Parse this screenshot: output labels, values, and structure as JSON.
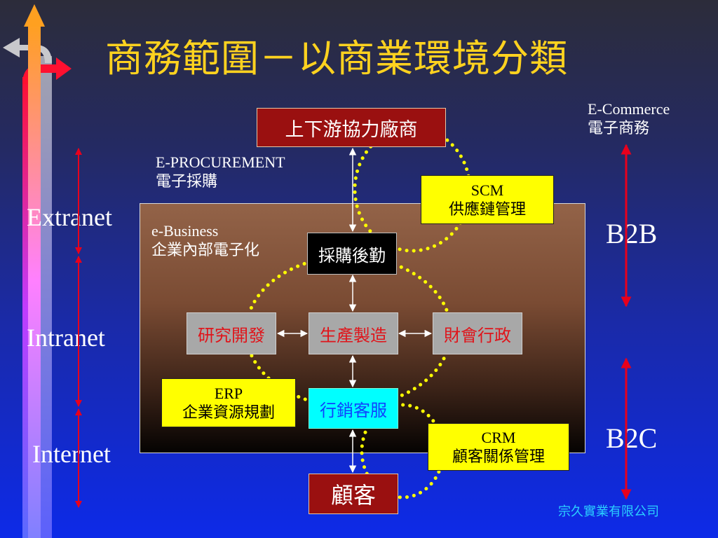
{
  "title": "商務範圍－以商業環境分類",
  "ecommerce": {
    "en": "E-Commerce",
    "zh": "電子商務"
  },
  "eprocurement": {
    "en": "E-PROCUREMENT",
    "zh": "電子採購"
  },
  "ebusiness": {
    "en": "e-Business",
    "zh": "企業內部電子化"
  },
  "network_levels": [
    "Extranet",
    "Intranet",
    "Internet"
  ],
  "b2b": "B2B",
  "b2c": "B2C",
  "nodes": {
    "partners": "上下游協力廠商",
    "procurement": "採購後勤",
    "rnd": "研究開發",
    "production": "生產製造",
    "finance": "財會行政",
    "marketing": "行銷客服",
    "customer": "顧客"
  },
  "callouts": {
    "scm": {
      "en": "SCM",
      "zh": "供應鏈管理"
    },
    "erp": {
      "en": "ERP",
      "zh": "企業資源規劃"
    },
    "crm": {
      "en": "CRM",
      "zh": "顧客關係管理"
    }
  },
  "footer": "宗久實業有限公司",
  "colors": {
    "title": "#ffd21f",
    "red_arrow": "#e8001c",
    "dotted": "#ffff00",
    "marketing_box": "#00ffff"
  }
}
